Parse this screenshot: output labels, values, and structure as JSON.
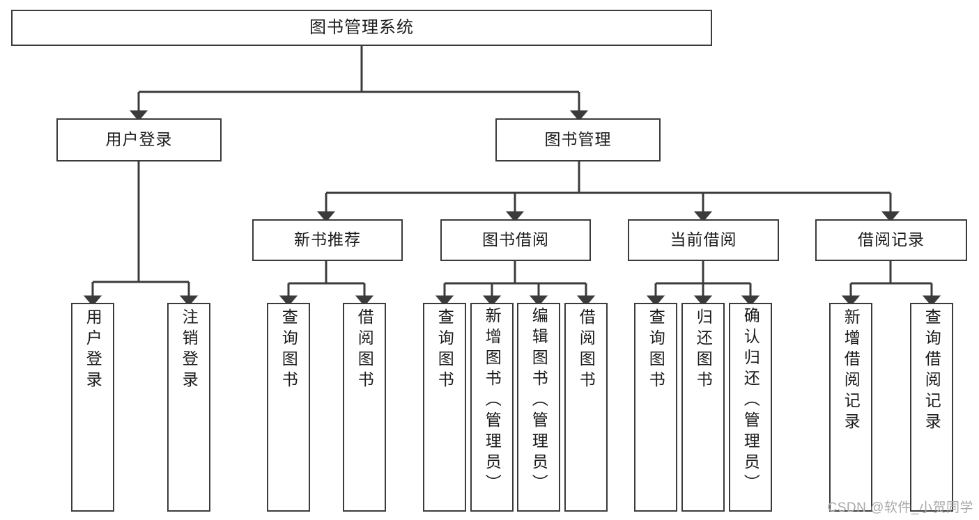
{
  "diagram": {
    "type": "tree-hierarchy",
    "title": "图书管理系统",
    "watermark": "CSDN @软件_小贺同学",
    "colors": {
      "box_stroke": "#3b3b3b",
      "box_fill": "#ffffff",
      "edge": "#3b3b3b",
      "text": "#1b1b1b",
      "watermark": "#a8a8a8",
      "background": "#ffffff"
    },
    "root": {
      "label": "图书管理系统"
    },
    "level2": [
      {
        "id": "user-login",
        "label": "用户登录"
      },
      {
        "id": "book-manage",
        "label": "图书管理"
      }
    ],
    "level3": [
      {
        "id": "new-book-recommend",
        "label": "新书推荐"
      },
      {
        "id": "book-borrow",
        "label": "图书借阅"
      },
      {
        "id": "current-borrow",
        "label": "当前借阅"
      },
      {
        "id": "borrow-record",
        "label": "借阅记录"
      }
    ],
    "leaves": {
      "user-login": [
        {
          "id": "leaf-user-login",
          "label": "用户登录"
        },
        {
          "id": "leaf-logout",
          "label": "注销登录"
        }
      ],
      "new-book-recommend": [
        {
          "id": "leaf-query-book-1",
          "label": "查询图书"
        },
        {
          "id": "leaf-borrow-book-1",
          "label": "借阅图书"
        }
      ],
      "book-borrow": [
        {
          "id": "leaf-query-book-2",
          "label": "查询图书"
        },
        {
          "id": "leaf-add-book",
          "label": "新增图书（管理员）"
        },
        {
          "id": "leaf-edit-book",
          "label": "编辑图书（管理员）"
        },
        {
          "id": "leaf-borrow-book-2",
          "label": "借阅图书"
        }
      ],
      "current-borrow": [
        {
          "id": "leaf-query-book-3",
          "label": "查询图书"
        },
        {
          "id": "leaf-return-book",
          "label": "归还图书"
        },
        {
          "id": "leaf-confirm-return",
          "label": "确认归还（管理员）"
        }
      ],
      "borrow-record": [
        {
          "id": "leaf-add-record",
          "label": "新增借阅记录"
        },
        {
          "id": "leaf-query-record",
          "label": "查询借阅记录"
        }
      ]
    }
  }
}
